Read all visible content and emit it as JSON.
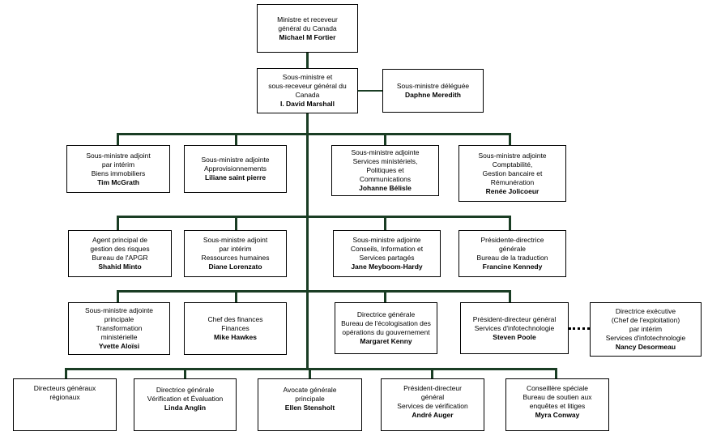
{
  "colors": {
    "connector": "#1a3d24",
    "box_border": "#000000"
  },
  "boxes": {
    "minister": {
      "lines": [
        "Ministre et receveur",
        "général du Canada"
      ],
      "name": "Michael M Fortier"
    },
    "deputy": {
      "lines": [
        "Sous-ministre et",
        "sous-receveur général du",
        "Canada"
      ],
      "name": "I. David Marshall"
    },
    "associate_deputy": {
      "lines": [
        "Sous-ministre déléguée"
      ],
      "name": "Daphne Meredith"
    },
    "real_property": {
      "lines": [
        "Sous-ministre adjoint",
        "par intérim",
        "Biens immobiliers"
      ],
      "name": "Tim McGrath"
    },
    "acquisitions": {
      "lines": [
        "Sous-ministre adjointe",
        "Approvisionnements"
      ],
      "name": "Liliane saint pierre"
    },
    "corporate_services": {
      "lines": [
        "Sous-ministre adjointe",
        "Services ministériels,",
        "Politiques et",
        "Communications"
      ],
      "name": "Johanne Bélisle"
    },
    "accounting": {
      "lines": [
        "Sous-ministre adjointe",
        "Comptabilité,",
        "Gestion bancaire et",
        "Rémunération"
      ],
      "name": "Renée Jolicoeur"
    },
    "risk": {
      "lines": [
        "Agent principal de",
        "gestion des risques",
        "Bureau de l'APGR"
      ],
      "name": "Shahid Minto"
    },
    "human_resources": {
      "lines": [
        "Sous-ministre adjoint",
        "par intérim",
        "Ressources humaines"
      ],
      "name": "Diane Lorenzato"
    },
    "shared_services": {
      "lines": [
        "Sous-ministre adjointe",
        "Conseils, Information et",
        "Services partagés"
      ],
      "name": "Jane Meyboom-Hardy"
    },
    "translation": {
      "lines": [
        "Présidente-directrice",
        "générale",
        "Bureau de la traduction"
      ],
      "name": "Francine Kennedy"
    },
    "transformation": {
      "lines": [
        "Sous-ministre adjointe",
        "principale",
        "Transformation",
        "ministérielle"
      ],
      "name": "Yvette Aloïsi"
    },
    "finance": {
      "lines": [
        "Chef des finances",
        "Finances"
      ],
      "name": "Mike Hawkes"
    },
    "greening": {
      "lines": [
        "Directrice générale",
        "Bureau de l'écologisation des",
        "opérations du gouvernement"
      ],
      "name": "Margaret Kenny"
    },
    "it_services": {
      "lines": [
        "Président-directeur général",
        "Services d'infotechnologie"
      ],
      "name": "Steven Poole"
    },
    "coo": {
      "lines": [
        "Directrice exécutive",
        "(Chef de l'exploitation)",
        "par intérim",
        "Services d'infotechnologie"
      ],
      "name": "Nancy Desormeau"
    },
    "regional": {
      "lines": [
        "Directeurs généraux",
        "régionaux"
      ],
      "name": ""
    },
    "audit": {
      "lines": [
        "Directrice générale",
        "Vérification et Évaluation"
      ],
      "name": "Linda Anglin"
    },
    "legal": {
      "lines": [
        "Avocate générale",
        "principale"
      ],
      "name": "Ellen Stensholt"
    },
    "audit_services": {
      "lines": [
        "Président-directeur",
        "général",
        "Services de vérification"
      ],
      "name": "André Auger"
    },
    "ombudsman": {
      "lines": [
        "Conseillère spéciale",
        "Bureau de soutien aux",
        "enquêtes et litiges"
      ],
      "name": "Myra Conway"
    }
  }
}
